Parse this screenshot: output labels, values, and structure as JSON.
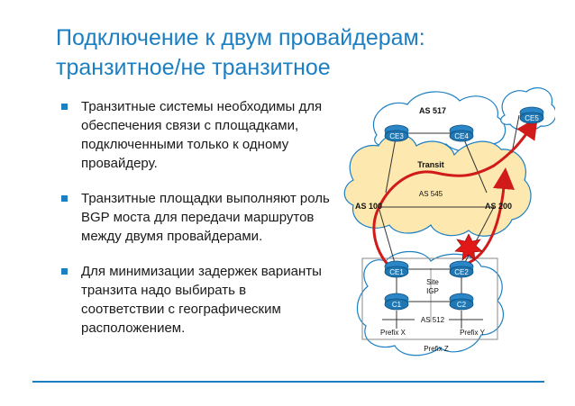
{
  "title": {
    "line1": "Подключение к двум провайдерам:",
    "line2": "транзитное/не транзитное"
  },
  "bullets": [
    "Транзитные системы необходимы для обеспечения связи с площадками, подключенными только к одному провайдеру.",
    "Транзитные площадки выполняют роль BGP моста для передачи маршрутов между двумя провайдерами.",
    "Для минимизации задержек варианты транзита надо выбирать в соответствии с географическим расположением."
  ],
  "diagram": {
    "as517": "AS 517",
    "as100": "AS 100",
    "as200": "AS 200",
    "as545": "AS 545",
    "transit": "Transit",
    "as512": "AS 512",
    "site_igp_1": "Site",
    "site_igp_2": "IGP",
    "prefix_x": "Prefix X",
    "prefix_y": "Prefix Y",
    "prefix_z": "Prefix Z",
    "routers": {
      "ce3": "CE3",
      "ce4": "CE4",
      "ce5": "CE5",
      "ce1": "CE1",
      "ce2": "CE2",
      "c1": "C1",
      "c2": "C2"
    },
    "icons": {
      "router": "router-icon",
      "failure": "link-failure-icon"
    },
    "colors": {
      "accent": "#1c7fc2",
      "cloud_provider": "#fde9b0",
      "cloud_site": "#ffffff",
      "path": "#d11b1b",
      "router": "#1f77b4"
    }
  }
}
